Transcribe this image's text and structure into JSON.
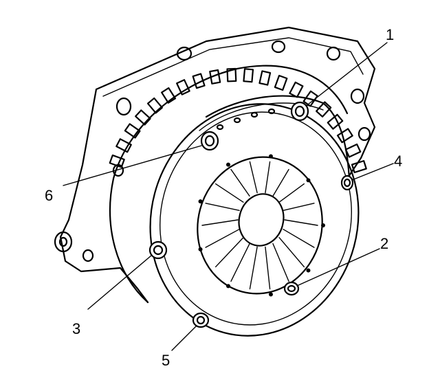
{
  "figure": {
    "colors": {
      "ink": "#000000",
      "background": "#ffffff"
    },
    "callouts": [
      {
        "id": "1",
        "label": "1"
      },
      {
        "id": "2",
        "label": "2"
      },
      {
        "id": "3",
        "label": "3"
      },
      {
        "id": "4",
        "label": "4"
      },
      {
        "id": "5",
        "label": "5"
      },
      {
        "id": "6",
        "label": "6"
      }
    ]
  }
}
